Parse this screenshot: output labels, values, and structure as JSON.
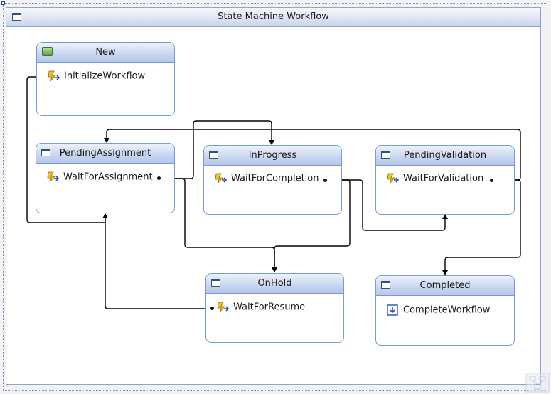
{
  "workflow": {
    "title": "State Machine Workflow"
  },
  "states": {
    "new": {
      "title": "New",
      "activity": "InitializeWorkflow"
    },
    "pending_assignment": {
      "title": "PendingAssignment",
      "activity": "WaitForAssignment"
    },
    "in_progress": {
      "title": "InProgress",
      "activity": "WaitForCompletion"
    },
    "pending_validation": {
      "title": "PendingValidation",
      "activity": "WaitForValidation"
    },
    "on_hold": {
      "title": "OnHold",
      "activity": "WaitForResume"
    },
    "completed": {
      "title": "Completed",
      "activity": "CompleteWorkflow"
    }
  },
  "icons": {
    "workflow": "state-machine-icon",
    "initial_state": "initial-state-icon",
    "state": "state-icon",
    "event_activity": "event-driven-icon",
    "finalization_activity": "state-finalization-icon",
    "resize_grip": "resize-grip-icon"
  },
  "colors": {
    "state_border": "#7a9ad6",
    "header_top": "#eef3fc",
    "header_bottom": "#b5c8ea",
    "connector": "#000000"
  }
}
